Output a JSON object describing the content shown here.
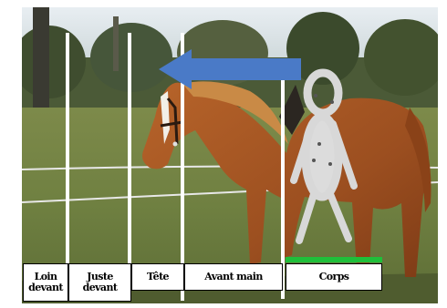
{
  "zones": [
    {
      "id": "loin-devant",
      "label": "Loin\ndevant"
    },
    {
      "id": "juste-devant",
      "label": "Juste\ndevant"
    },
    {
      "id": "tete",
      "label": "Tête"
    },
    {
      "id": "avant-main",
      "label": "Avant main"
    },
    {
      "id": "corps",
      "label": "Corps",
      "highlighted": true
    }
  ],
  "arrow": {
    "direction": "left",
    "color": "#4a7ac7"
  },
  "figure": {
    "type": "rider-stick-figure",
    "color": "#dcdcdc"
  },
  "colors": {
    "highlight": "#1fbf3a",
    "zone_line": "#ffffff",
    "label_border": "#000000"
  }
}
